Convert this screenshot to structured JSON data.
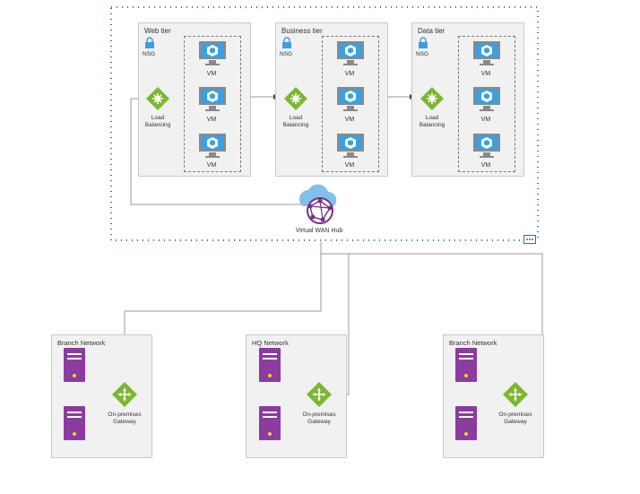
{
  "tiers": [
    {
      "title": "Web tier",
      "nsg": "NSG",
      "lb": [
        "Load",
        "Balancing"
      ],
      "vms": [
        "VM",
        "VM",
        "VM"
      ]
    },
    {
      "title": "Business tier",
      "nsg": "NSG",
      "lb": [
        "Load",
        "Balancing"
      ],
      "vms": [
        "VM",
        "VM",
        "VM"
      ]
    },
    {
      "title": "Data tier",
      "nsg": "NSG",
      "lb": [
        "Load",
        "Balancing"
      ],
      "vms": [
        "VM",
        "VM",
        "VM"
      ]
    }
  ],
  "hub": {
    "label": "Virtual WAN Hub"
  },
  "sites": [
    {
      "title": "Branch Network",
      "gateway": [
        "On-premises",
        "Gateway"
      ]
    },
    {
      "title": "HQ Network",
      "gateway": [
        "On-premises",
        "Gateway"
      ]
    },
    {
      "title": "Branch Network",
      "gateway": [
        "On-premises",
        "Gateway"
      ]
    }
  ],
  "colors": {
    "vnet_border": "#1e6fd9",
    "lb_green": "#7cb82f",
    "vm_blue": "#3aa0e0",
    "server_purple": "#8c3b9f",
    "hub_purple": "#7a2d8a",
    "cloud_blue": "#7fc1ea",
    "tier_bg": "#f1f1f1"
  }
}
